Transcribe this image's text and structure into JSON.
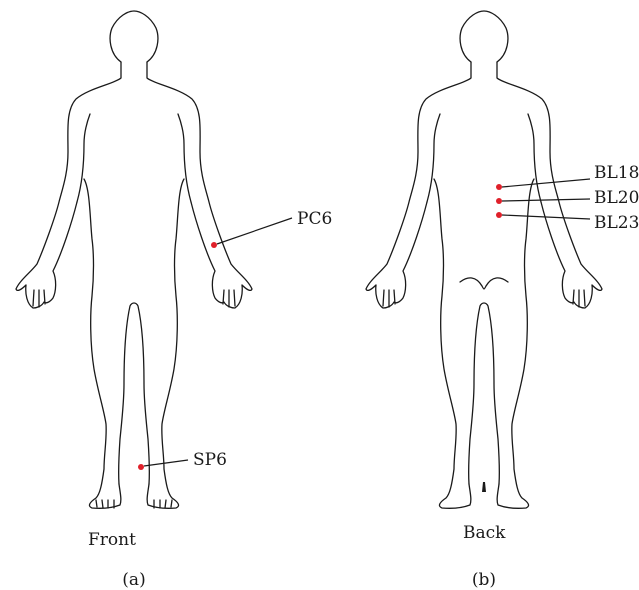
{
  "figure": {
    "panel_a": {
      "view_label": "Front",
      "panel_label": "(a)",
      "acupoints": [
        "PC6",
        "SP6"
      ]
    },
    "panel_b": {
      "view_label": "Back",
      "panel_label": "(b)",
      "acupoints": [
        "BL18",
        "BL20",
        "BL23"
      ]
    },
    "colors": {
      "acupoint": "#e0202a",
      "outline": "#1a1a1a"
    }
  }
}
